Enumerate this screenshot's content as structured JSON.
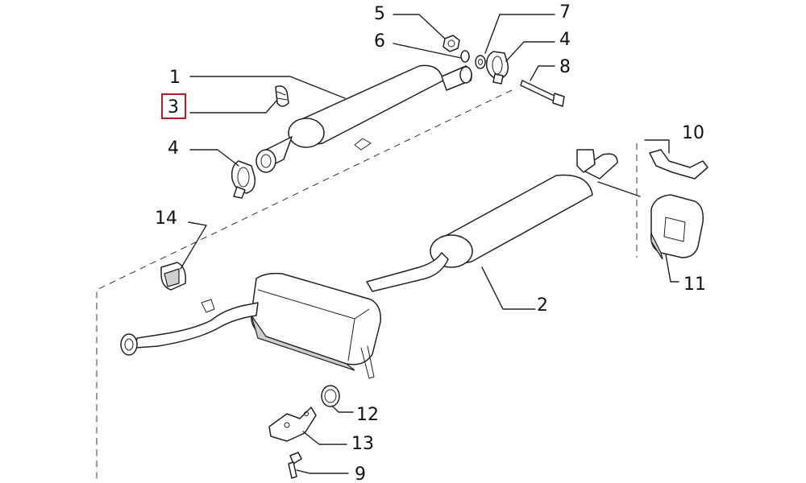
{
  "diagram": {
    "callouts": [
      {
        "id": "c1",
        "text": "1"
      },
      {
        "id": "c2",
        "text": "2"
      },
      {
        "id": "c3",
        "text": "3",
        "highlighted": true
      },
      {
        "id": "c4a",
        "text": "4"
      },
      {
        "id": "c4b",
        "text": "4"
      },
      {
        "id": "c5",
        "text": "5"
      },
      {
        "id": "c6",
        "text": "6"
      },
      {
        "id": "c7",
        "text": "7"
      },
      {
        "id": "c8",
        "text": "8"
      },
      {
        "id": "c9",
        "text": "9"
      },
      {
        "id": "c10",
        "text": "10"
      },
      {
        "id": "c11",
        "text": "11"
      },
      {
        "id": "c12",
        "text": "12"
      },
      {
        "id": "c13",
        "text": "13"
      },
      {
        "id": "c14",
        "text": "14"
      }
    ],
    "colors": {
      "line": "#222222",
      "highlight": "#d0141c",
      "background": "#ffffff"
    }
  }
}
